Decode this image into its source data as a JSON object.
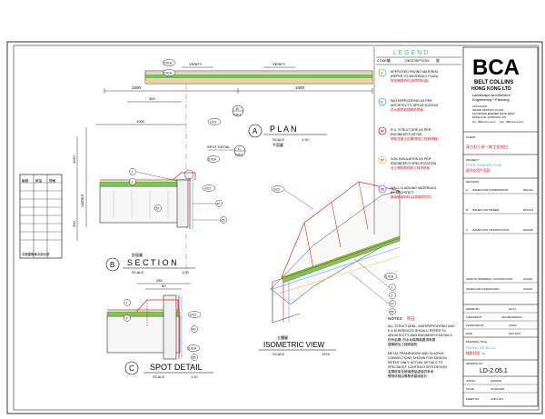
{
  "legend": {
    "title": "L E G E N D",
    "code_header": "CODE",
    "code_header_cn": "編",
    "description_header": "DESCRIPTION",
    "description_header_cn": "號",
    "items": [
      {
        "code": "1",
        "lines": [
          "APPROVED PAVING MATERIAL",
          "(REFER TO MATERIALS PLAN)",
          "核准鋪路物料(參閱物料圖)"
        ]
      },
      {
        "code": "2",
        "lines": [
          "WATERPROOFING AS PER",
          "ARCHITECT'S SPECIFICATION",
          "防水層根據建築師規格"
        ]
      },
      {
        "code": "40",
        "lines": [
          "R.C. STRUCTURE AS PER",
          "ENGINEER'S DETAIL",
          "鋼筋混凝土結構(根據工程師規格)"
        ]
      },
      {
        "code": "57",
        "lines": [
          "SOIL INSULATION AS PER",
          "ENGINEER'S SPECIFICATION",
          "泥土隔熱層根據工程師規格"
        ]
      },
      {
        "code": "65",
        "lines": [
          "WALL CLADDING MATERIALS",
          "BY ARCHITECT",
          "牆身飾面物料(由建築師提供)"
        ]
      }
    ]
  },
  "notes": {
    "title": "NOTES:",
    "title_cn": "附註:",
    "para1": [
      "ALL STRUCTURAL, WATERPROOFING AND",
      "E & M SERVICES SHOULD REFER TO",
      "ARCHITECT'S AND ENGINEER'S DETAILS.",
      "所有結構, 防水及機電裝置須參閱",
      "建築師及工程師圖則"
    ],
    "para2": [
      "METAL FRAMEWORK AND GLAZING",
      "CONNECTIONS SHOWN FOR DESIGN",
      "INTENT ONLY. ACTUAL DETAILS TO",
      "SPECIALIST CONTRACTOR'S DESIGN",
      "金屬框架及玻璃連接處僅供參考,",
      "實際詳細由專業承建商設計"
    ]
  },
  "firm": {
    "logo": "BCA",
    "name1": "BELT COLLINS",
    "name2": "HONG KONG LTD",
    "service1": "Landscape Architecture",
    "service2": "Engineering  *  Planning",
    "address": [
      "16th FLOOR",
      "GRAND CENTURY PLACE",
      "193 PRINCE EDWARD ROAD WEST",
      "MONG KOK, KOWLOON, HK"
    ],
    "tel": "Tel : (852) 2xxx xxxx",
    "fax": "Fax : (852) 2xxx xxxx"
  },
  "title_block": {
    "client_label": "CLIENT",
    "client": "東方紅小區一期工程項目",
    "project_label": "PROJECT",
    "project_en": "ROOF GARDEN PLAN",
    "project_cn": "屋頂花園平面圖",
    "revision_label": "REVISION",
    "revisions": [
      {
        "rev": "A",
        "desc": "ISSUED FOR COORDINATION",
        "date": "05/11/04"
      },
      {
        "rev": "B",
        "desc": "ISSUED FOR TENDER",
        "date": "05/12/04"
      },
      {
        "rev": "C",
        "desc": "ISSUED FOR CONSTRUCTION",
        "date": "06/01/05"
      }
    ],
    "issue_rows": [
      {
        "label": "ISSUE OF TENDERING / CONSTRUCTION",
        "date": "16/12/04"
      },
      {
        "label": "ISSUED FOR COORDINATION",
        "date": "18/12/04"
      }
    ],
    "drawn_label": "DRAWN BY",
    "drawn_value": "DC/JT",
    "checked_label": "CHECKED BY",
    "checked_value": "JWC/MS/SMD/DC",
    "approved_label": "APPROVED BY",
    "approved_value": "GC/DC",
    "date_label": "DATE",
    "date_value": "DEC 2004",
    "title_label": "DRAWING TITLE",
    "title_en": "PAVING DETAIL-A-",
    "title_cn": "鋪路詳圖 -A-",
    "drawing_no_label": "DRAWING NO.",
    "drawing_no": "LD-2.05.1",
    "job_label": "JOB NO.",
    "job_no": "LD026/04",
    "scale_label": "SCALE",
    "scale_value": "AS SHOWN",
    "sheet_label": "SHEET NO.",
    "sheet_value": "CAB-2.05.1"
  },
  "plan": {
    "letter": "A",
    "title": "P L A N",
    "title_cn": "平面圖",
    "scale": "SCALE",
    "scale_value": "1:20",
    "dim_left": "1000",
    "dim_right": "1000",
    "dim_small": "300",
    "verify1": "VERIFY",
    "verify2": "VERIFY",
    "callout1": "5.01A",
    "callout2": "5.01A",
    "callout3": "GC2",
    "ref_letter": "B",
    "ref_sheet": "2.05.1"
  },
  "section": {
    "letter": "B",
    "title": "S E C T I O N",
    "title_cn": "剖面圖",
    "scale": "SCALE",
    "scale_value": "1:20",
    "dim_top": "1000",
    "dim_vertical": "VARIES",
    "dim_v1": "1100",
    "dim_v2": "200",
    "spot_detail_label": "SPOT DETAIL",
    "ref_letter": "C",
    "ref_sheet": "2.05.1",
    "callout_gc2": "GC2",
    "callout_501": "5.01A",
    "tag1": "1",
    "tag2": "2",
    "tag40": "40",
    "tag57": "57",
    "tag65": "65"
  },
  "spot_detail": {
    "letter": "C",
    "title": "SPOT DETAIL",
    "scale": "SCALE",
    "scale_value": "1:10",
    "dim_a": "280",
    "dim_b": "80",
    "callout_gc2": "GC2",
    "callout_501": "5.01A",
    "tag1": "1",
    "tag2": "2",
    "tag40": "40",
    "tag65": "65"
  },
  "isometric": {
    "title": "ISOMETRIC VIEW",
    "title_cn": "立體圖",
    "scale": "SCALE",
    "scale_value": "NTS",
    "callout_gc2": "GC2",
    "callout_501": "5.01A",
    "tag1": "1",
    "tag2": "2",
    "tag57": "57",
    "tag65": "65"
  },
  "schedule": {
    "rows": [
      {
        "c1": "編號",
        "c2": "數量",
        "c3": "規格"
      },
      {
        "c1": "",
        "c2": "",
        "c3": ""
      },
      {
        "c1": "",
        "c2": "",
        "c3": ""
      },
      {
        "c1": "",
        "c2": "",
        "c3": ""
      },
      {
        "c1": "",
        "c2": "",
        "c3": ""
      },
      {
        "c1": "",
        "c2": "",
        "c3": ""
      },
      {
        "c1": "",
        "c2": "",
        "c3": ""
      },
      {
        "c1": "",
        "c2": "",
        "c3": ""
      },
      {
        "c1": "",
        "c2": "",
        "c3": ""
      }
    ],
    "footer": "中國建築東北設計院"
  }
}
